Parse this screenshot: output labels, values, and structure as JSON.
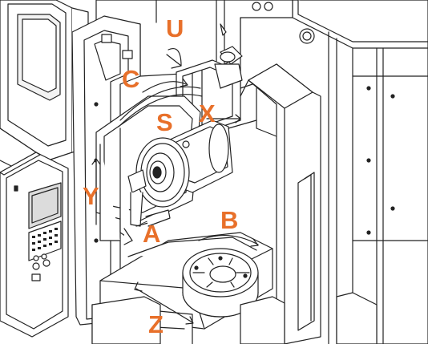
{
  "labels": {
    "u": "U",
    "c": "C",
    "s": "S",
    "x": "X",
    "y": "Y",
    "a": "A",
    "b": "B",
    "z": "Z"
  },
  "colors": {
    "label": "#E8702A",
    "line": "#222222",
    "fill": "#ffffff",
    "screen": "#dcdcdc"
  }
}
